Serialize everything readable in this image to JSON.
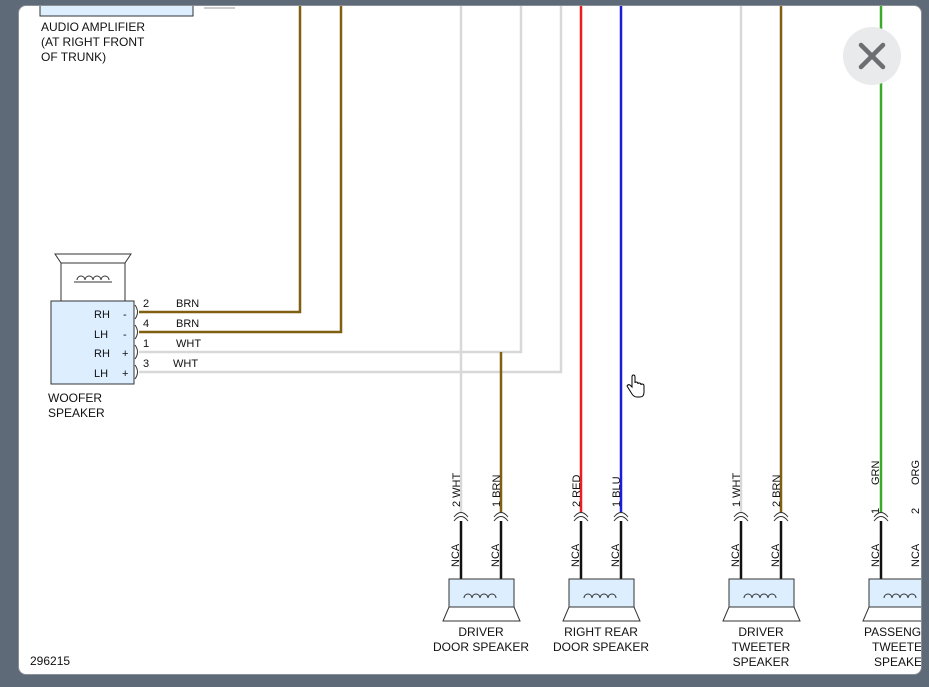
{
  "diagram": {
    "amplifier_label": [
      "AUDIO AMPLIFIER",
      "(AT RIGHT FRONT",
      "OF TRUNK)"
    ],
    "woofer": {
      "label": [
        "WOOFER",
        "SPEAKER"
      ],
      "terminals": [
        {
          "name": "RH",
          "polarity": "-",
          "pin": "2",
          "wire": "BRN"
        },
        {
          "name": "LH",
          "polarity": "-",
          "pin": "4",
          "wire": "BRN"
        },
        {
          "name": "RH",
          "polarity": "+",
          "pin": "1",
          "wire": "WHT"
        },
        {
          "name": "LH",
          "polarity": "+",
          "pin": "3",
          "wire": "WHT"
        }
      ]
    },
    "connector_tag": "NCA",
    "speakers": [
      {
        "label": [
          "DRIVER",
          "DOOR SPEAKER"
        ],
        "pins": [
          "2 WHT",
          "1 BRN"
        ]
      },
      {
        "label": [
          "RIGHT REAR",
          "DOOR SPEAKER"
        ],
        "pins": [
          "2 RED",
          "1 BLU"
        ]
      },
      {
        "label": [
          "DRIVER",
          "TWEETER",
          "SPEAKER"
        ],
        "pins": [
          "1 WHT",
          "2 BRN"
        ]
      },
      {
        "label": [
          "PASSENG",
          "TWEETE",
          "SPEAKE"
        ],
        "pins": [
          "GRN",
          "1",
          "ORG",
          "2"
        ]
      }
    ],
    "figure_id": "296215"
  },
  "wire_colors": {
    "BRN": "#7f5f10",
    "WHT": "#d8d8d8",
    "RED": "#ee1c1c",
    "BLU": "#1c1cdd",
    "GRN": "#3aaa2a",
    "ORG": "#d9d9d9"
  },
  "icons": {
    "close": "close-icon",
    "cursor": "hand-pointer-icon"
  }
}
